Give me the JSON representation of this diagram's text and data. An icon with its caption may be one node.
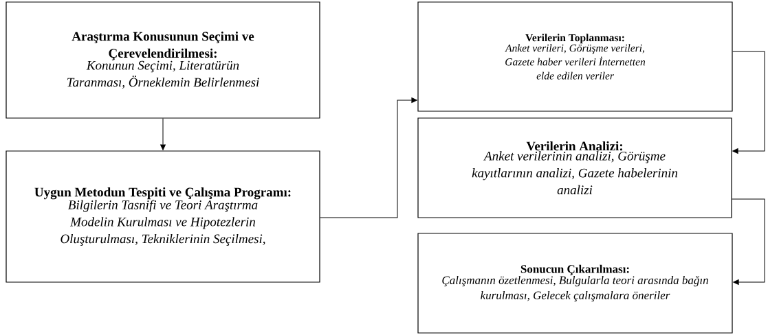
{
  "diagram": {
    "nodes": [
      {
        "text": [
          "Araştırma Konusunun Seçimi ve Çerevelendirilmesi:",
          "Konunun Seçimi, Literatürün Taranması, Örneklemin Belirlenmesi"
        ]
      },
      {
        "text": [
          "Uygun Metodun Tespiti ve Çalışma Programı:",
          "Bilgilerin Tasnifi ve Teori Araştırma Modelin Kurulması ve Hipotezlerin Oluşturulması, Tekniklerinin Seçilmesi,"
        ]
      },
      {
        "text": [
          "Verilerin Toplanması:",
          "Anket verileri, Görüşme verileri, Gazete haber verileri İnternetten elde edilen veriler"
        ]
      },
      {
        "text": [
          "Verilerin Analizi:",
          "Anket verilerinin analizi, Görüşme kayıtlarının analizi, Gazete habelerinin analizi"
        ]
      },
      {
        "text": [
          "Sonucun Çıkarılması:",
          "Çalışmanın özetlenmesi, Bulgularla teori arasında bağın kurulması, Gelecek çalışmalara öneriler"
        ]
      }
    ],
    "edges": [
      {
        "from": 0,
        "to": 1,
        "arrow": "to"
      },
      {
        "from": 1,
        "to": 2,
        "arrow": "to"
      },
      {
        "from": 2,
        "to": 3,
        "arrow": "to"
      },
      {
        "from": 3,
        "to": 4,
        "arrow": "to"
      }
    ]
  }
}
